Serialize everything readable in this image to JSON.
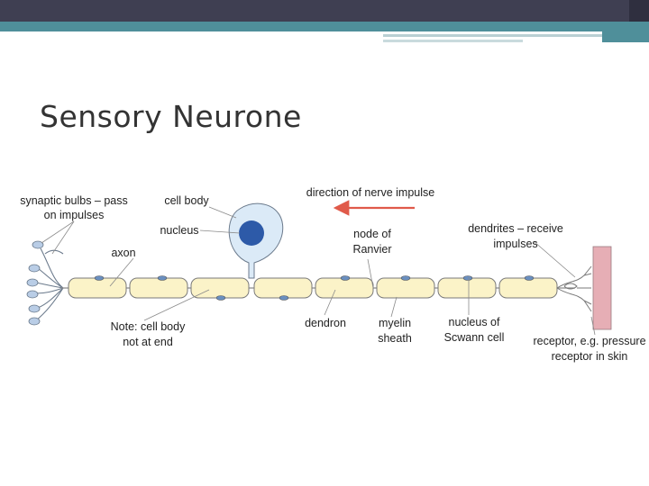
{
  "slide": {
    "title": "Sensory Neurone"
  },
  "diagram": {
    "labels": {
      "synaptic_bulbs_1": "synaptic bulbs – pass",
      "synaptic_bulbs_2": "on impulses",
      "cell_body": "cell body",
      "nucleus": "nucleus",
      "axon": "axon",
      "note_1": "Note: cell body",
      "note_2": "not at end",
      "direction": "direction of nerve impulse",
      "node_1": "node of",
      "node_2": "Ranvier",
      "dendron": "dendron",
      "myelin_1": "myelin",
      "myelin_2": "sheath",
      "schwann_1": "nucleus of",
      "schwann_2": "Scwann cell",
      "dendrites_1": "dendrites – receive",
      "dendrites_2": "impulses",
      "receptor_1": "receptor, e.g. pressure",
      "receptor_2": "receptor in skin"
    },
    "colors": {
      "myelin_fill": "#fbf3c8",
      "cell_body_fill": "#dbeaf7",
      "nucleus_fill": "#2d5aa8",
      "arrow": "#e05a4a",
      "receptor_fill": "#e6aeb5",
      "bulb_fill": "#b9cde6"
    }
  }
}
